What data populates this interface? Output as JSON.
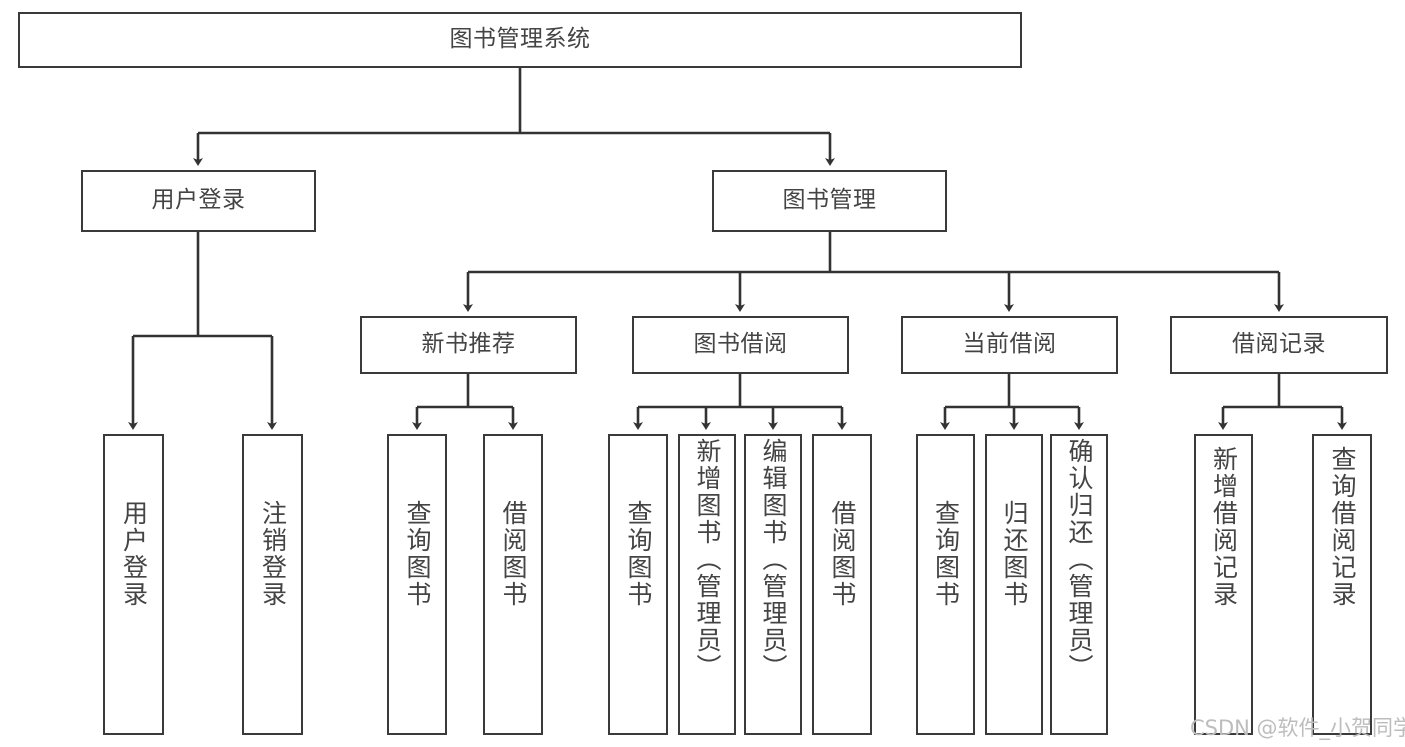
{
  "diagram": {
    "type": "tree",
    "title": "图书管理系统",
    "orientation": "top-down",
    "colors": {
      "box_border": "#3a3a3a",
      "box_fill": "#ffffff",
      "edge": "#333333",
      "text": "#444444",
      "background": "#ffffff",
      "watermark": "#bdbdbd"
    },
    "nodes": {
      "root": {
        "label": "图书管理系统",
        "level": 1
      },
      "l2": [
        {
          "id": "user_login",
          "label": "用户登录",
          "level": 2
        },
        {
          "id": "book_mgmt",
          "label": "图书管理",
          "level": 2
        }
      ],
      "l3": [
        {
          "id": "new_book_rec",
          "label": "新书推荐",
          "level": 3,
          "parent": "book_mgmt"
        },
        {
          "id": "book_borrow",
          "label": "图书借阅",
          "level": 3,
          "parent": "book_mgmt"
        },
        {
          "id": "current_borrow",
          "label": "当前借阅",
          "level": 3,
          "parent": "book_mgmt"
        },
        {
          "id": "borrow_record",
          "label": "借阅记录",
          "level": 3,
          "parent": "book_mgmt"
        }
      ],
      "leaves": [
        {
          "id": "leaf_user_login",
          "label": "用户登录",
          "parent": "user_login"
        },
        {
          "id": "leaf_user_logout",
          "label": "注销登录",
          "parent": "user_login"
        },
        {
          "id": "leaf_query_book_1",
          "label": "查询图书",
          "parent": "new_book_rec"
        },
        {
          "id": "leaf_borrow_book_1",
          "label": "借阅图书",
          "parent": "new_book_rec"
        },
        {
          "id": "leaf_query_book_2",
          "label": "查询图书",
          "parent": "book_borrow"
        },
        {
          "id": "leaf_add_book",
          "label": "新增图书（管理员）",
          "parent": "book_borrow"
        },
        {
          "id": "leaf_edit_book",
          "label": "编辑图书（管理员）",
          "parent": "book_borrow"
        },
        {
          "id": "leaf_borrow_book_2",
          "label": "借阅图书",
          "parent": "book_borrow"
        },
        {
          "id": "leaf_query_book_3",
          "label": "查询图书",
          "parent": "current_borrow"
        },
        {
          "id": "leaf_return_book",
          "label": "归还图书",
          "parent": "current_borrow"
        },
        {
          "id": "leaf_confirm_return",
          "label": "确认归还（管理员）",
          "parent": "current_borrow"
        },
        {
          "id": "leaf_add_record",
          "label": "新增借阅记录",
          "parent": "borrow_record"
        },
        {
          "id": "leaf_query_record",
          "label": "查询借阅记录",
          "parent": "borrow_record"
        }
      ]
    }
  },
  "watermark": {
    "text": "CSDN @软件_小贺同学"
  }
}
